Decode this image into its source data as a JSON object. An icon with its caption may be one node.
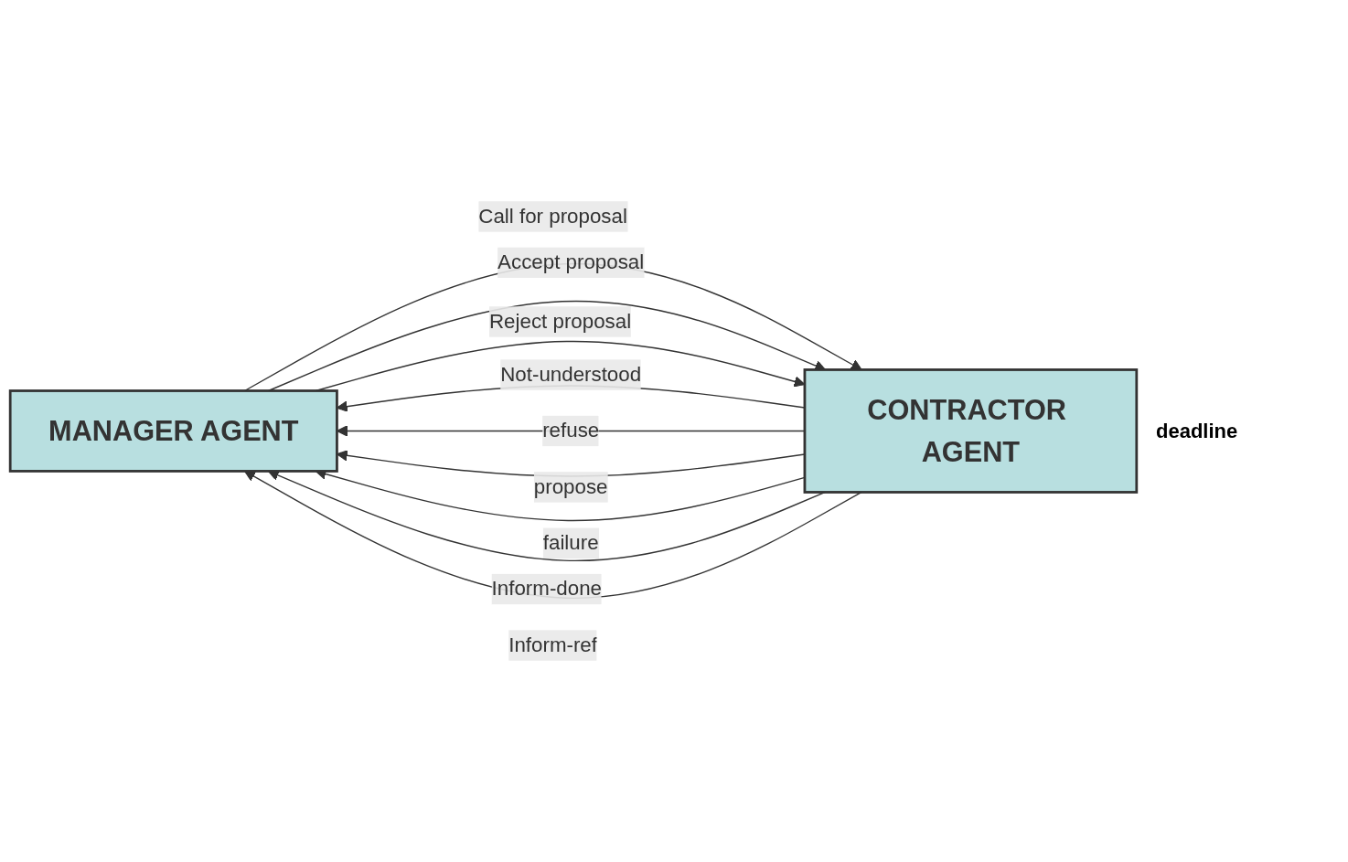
{
  "diagram": {
    "nodes": [
      {
        "text": [
          "MANAGER AGENT"
        ]
      },
      {
        "text": [
          "CONTRACTOR AGENT"
        ]
      }
    ],
    "edges": [
      {
        "from": 0,
        "to": 1,
        "arrow": "to",
        "label": "Call for proposal"
      },
      {
        "from": 1,
        "to": 0,
        "arrow": "to",
        "label": "Not-understood"
      },
      {
        "from": 1,
        "to": 0,
        "arrow": "to",
        "label": "refuse"
      },
      {
        "from": 1,
        "to": 0,
        "arrow": "to",
        "label": "propose"
      },
      {
        "from": 0,
        "to": 1,
        "arrow": "to",
        "label": "Accept proposal"
      },
      {
        "from": 0,
        "to": 1,
        "arrow": "to",
        "label": "Reject proposal"
      },
      {
        "from": 1,
        "to": 0,
        "arrow": "to",
        "label": "failure"
      },
      {
        "from": 1,
        "to": 0,
        "arrow": "to",
        "label": "Inform-done"
      },
      {
        "from": 1,
        "to": 0,
        "arrow": "to",
        "label": "Inform-ref"
      }
    ],
    "labels": [
      "deadline"
    ]
  }
}
